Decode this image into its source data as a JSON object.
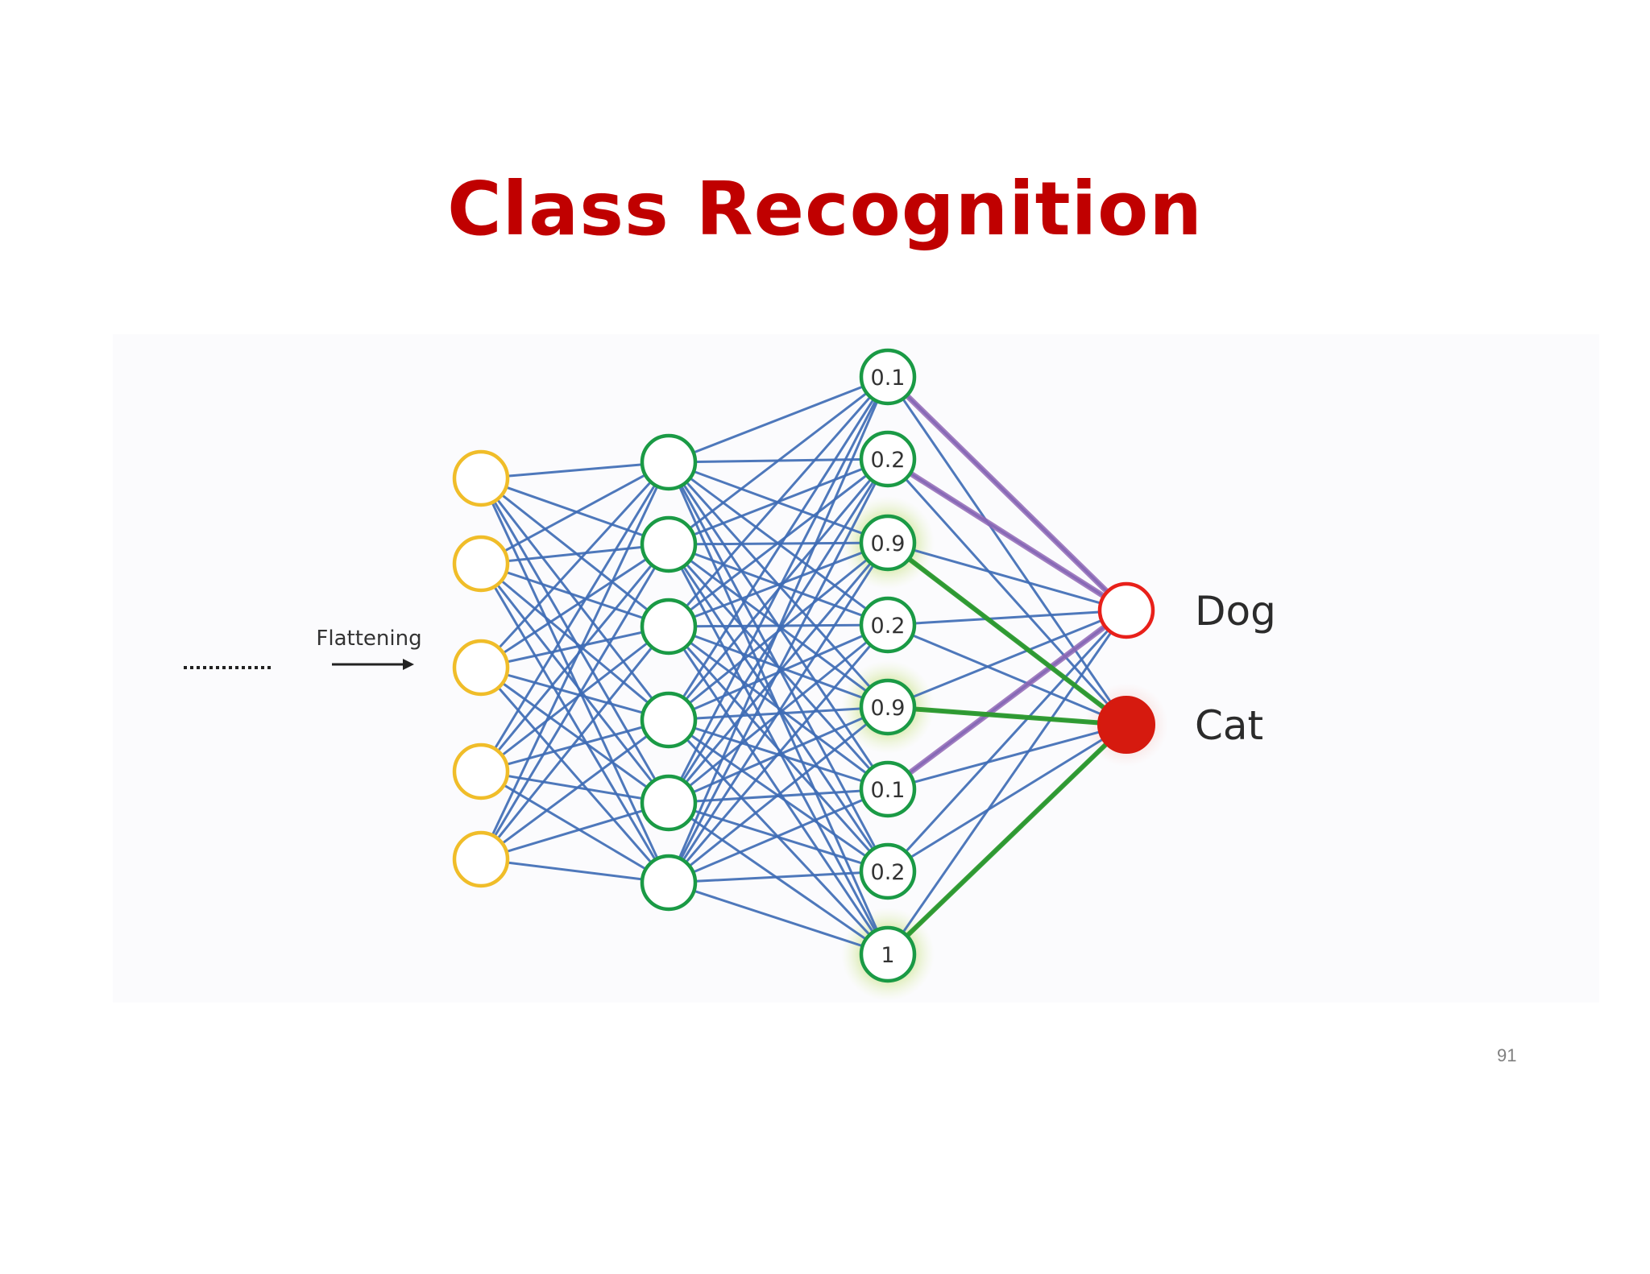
{
  "slide": {
    "title": "Class Recognition",
    "page_number": "91"
  },
  "diagram": {
    "flattening_label": "Flattening",
    "layers": {
      "input": {
        "count": 5,
        "color": "#f0bd29"
      },
      "hidden": {
        "count": 6,
        "color": "#1a9a45"
      },
      "features": {
        "color": "#1a9a45",
        "values": [
          "0.1",
          "0.2",
          "0.9",
          "0.2",
          "0.9",
          "0.1",
          "0.2",
          "1"
        ],
        "highlighted": [
          false,
          false,
          true,
          false,
          true,
          false,
          false,
          true
        ]
      }
    },
    "outputs": [
      {
        "label": "Dog",
        "active": false,
        "ring_color": "#e8201a"
      },
      {
        "label": "Cat",
        "active": true,
        "fill_color": "#d61a0f"
      }
    ],
    "colors": {
      "connection": "#3f6db5",
      "dog_path": "#9166b5",
      "cat_path": "#2b9a2b",
      "glow": "#b8d86a"
    },
    "dog_connections_from": [
      0,
      1,
      5
    ],
    "cat_connections_from": [
      2,
      4,
      7
    ]
  }
}
